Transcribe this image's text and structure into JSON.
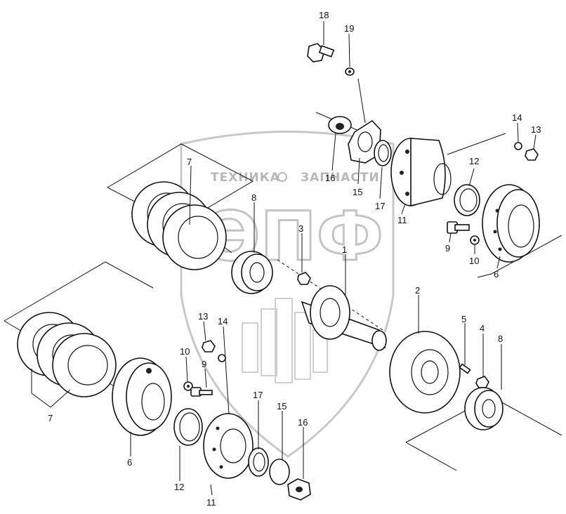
{
  "watermark": {
    "brand_left": "ТЕХНИКА",
    "brand_right": "ЗАПЧАСТИ",
    "logo_letters": "ЭПФ"
  },
  "callouts": {
    "c1": "1",
    "c2": "2",
    "c3": "3",
    "c4": "4",
    "c5": "5",
    "c6a": "6",
    "c6b": "6",
    "c7a": "7",
    "c7b": "7",
    "c8a": "8",
    "c8b": "8",
    "c9a": "9",
    "c9b": "9",
    "c10a": "10",
    "c10b": "10",
    "c11a": "11",
    "c11b": "11",
    "c12a": "12",
    "c12b": "12",
    "c13a": "13",
    "c13b": "13",
    "c14a": "14",
    "c14b": "14",
    "c15a": "15",
    "c15b": "15",
    "c16a": "16",
    "c16b": "16",
    "c17a": "17",
    "c17b": "17",
    "c18": "18",
    "c19": "19"
  }
}
